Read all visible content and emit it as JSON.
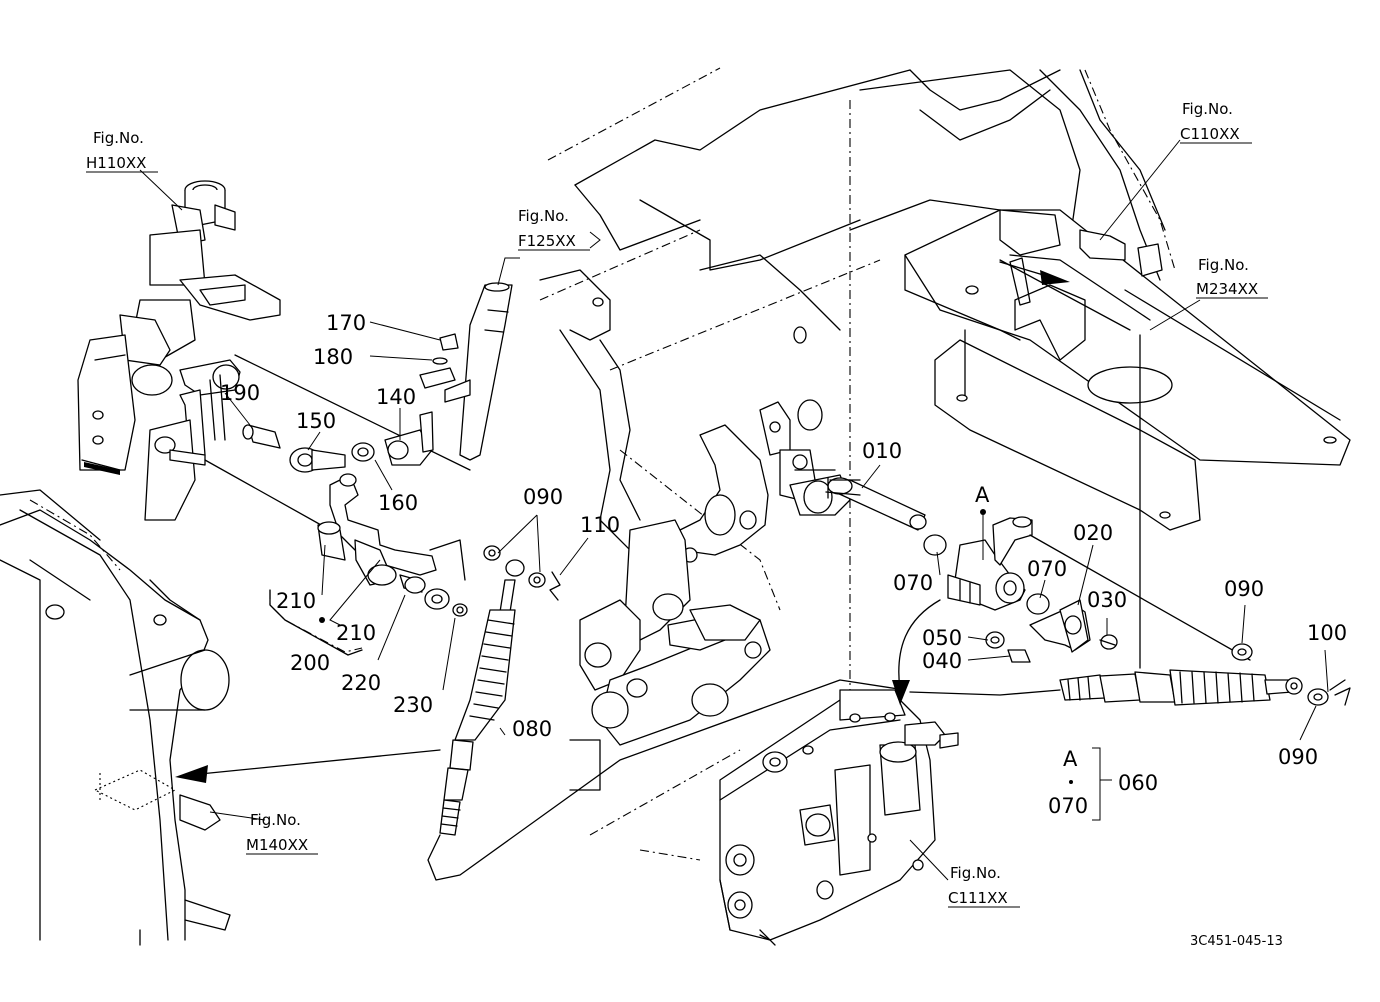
{
  "part_labels": {
    "p170": "170",
    "p180": "180",
    "p190": "190",
    "p150": "150",
    "p140": "140",
    "p160": "160",
    "p210a": "210",
    "p210b": "210",
    "p200": "200",
    "p220": "220",
    "p230": "230",
    "p090a": "090",
    "p110": "110",
    "p080": "080",
    "p010": "010",
    "pA1": "A",
    "p070a": "070",
    "p070b": "070",
    "p020": "020",
    "p030": "030",
    "p050": "050",
    "p040": "040",
    "p090b": "090",
    "p100": "100",
    "p090c": "090",
    "pA2": "A",
    "p060": "060",
    "p070c": "070"
  },
  "fig_refs": {
    "h110": {
      "prefix": "Fig.No.",
      "code": "H110XX"
    },
    "f125": {
      "prefix": "Fig.No.",
      "code": "F125XX"
    },
    "c110": {
      "prefix": "Fig.No.",
      "code": "C110XX"
    },
    "m234": {
      "prefix": "Fig.No.",
      "code": "M234XX"
    },
    "m140": {
      "prefix": "Fig.No.",
      "code": "M140XX"
    },
    "c111": {
      "prefix": "Fig.No.",
      "code": "C111XX"
    }
  },
  "drawing_code": "3C451-045-13"
}
